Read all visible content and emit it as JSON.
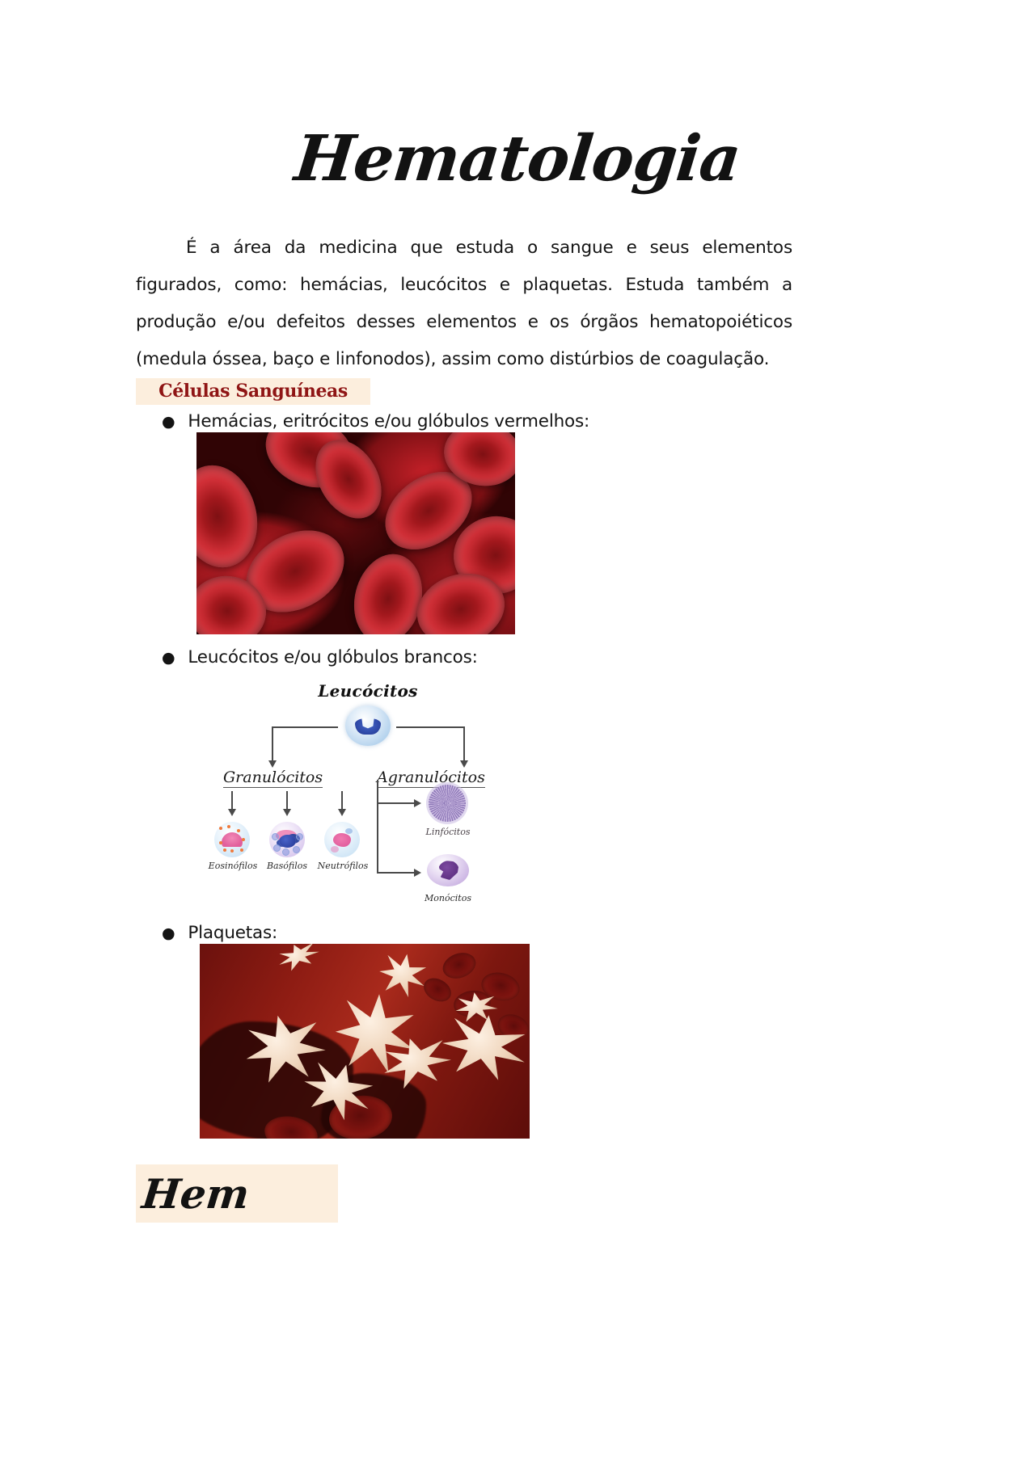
{
  "document": {
    "title": "Hematologia",
    "intro": "É a área da medicina que estuda o sangue e seus elementos figurados, como: hemácias, leucócitos e plaquetas. Estuda também a produção e/ou defeitos desses elementos e os órgãos hematopoiéticos (medula óssea, baço e linfonodos), assim como distúrbios de coagulação.",
    "partially_hidden_word": "Hem"
  },
  "section": {
    "heading": "Células Sanguíneas",
    "heading_color": "#8f1515",
    "heading_highlight": "#fceedd",
    "bullets": [
      {
        "marker": "●",
        "label": "Hemácias, eritrócitos e/ou glóbulos vermelhos:"
      },
      {
        "marker": "●",
        "label": "Leucócitos e/ou glóbulos brancos:"
      },
      {
        "marker": "●",
        "label": "Plaquetas:"
      }
    ]
  },
  "figures": {
    "red_blood_cells": {
      "caption_source": "Hemácias, eritrócitos e/ou glóbulos vermelhos"
    },
    "platelets": {
      "caption_source": "Plaquetas"
    },
    "leukocyte_diagram": {
      "title": "Leucócitos",
      "branches": [
        {
          "label": "Granulócitos"
        },
        {
          "label": "Agranulócitos"
        }
      ],
      "granulocytes": [
        {
          "label": "Eosinófilos"
        },
        {
          "label": "Basófilos"
        },
        {
          "label": "Neutrófilos"
        }
      ],
      "agranulocytes": [
        {
          "label": "Linfócitos"
        },
        {
          "label": "Monócitos"
        }
      ]
    }
  }
}
